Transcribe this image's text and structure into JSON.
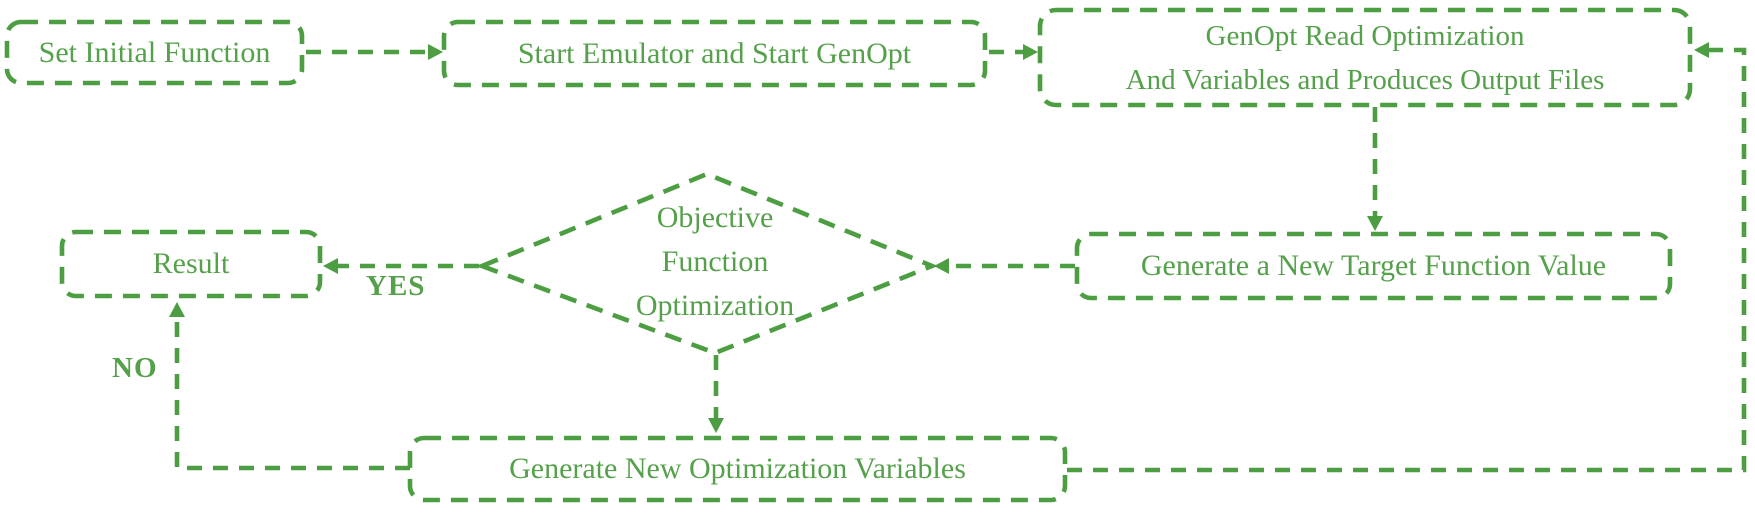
{
  "theme": {
    "line_green": "#4d9e42",
    "text_green": "#55a04b",
    "background": "#ffffff"
  },
  "nodes": {
    "set_initial_function": {
      "label": "Set Initial Function"
    },
    "start_emulator": {
      "label": "Start Emulator and Start GenOpt"
    },
    "genopt_read": {
      "line1": "GenOpt Read Optimization",
      "line2": "And Variables and Produces Output Files"
    },
    "generate_target_value": {
      "label": "Generate a New Target Function Value"
    },
    "objective_decision": {
      "line1": "Objective",
      "line2": "Function",
      "line3": "Optimization"
    },
    "result": {
      "label": "Result"
    },
    "generate_new_variables": {
      "label": "Generate New Optimization Variables"
    }
  },
  "edge_labels": {
    "yes": "YES",
    "no": "NO"
  }
}
